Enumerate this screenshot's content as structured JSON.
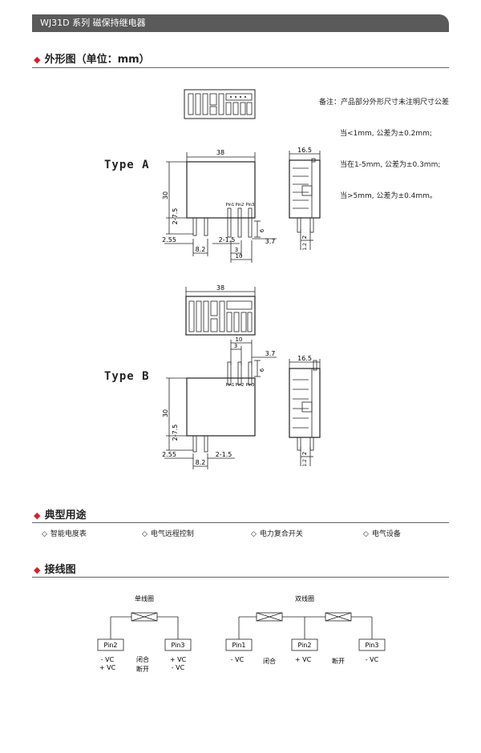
{
  "header": {
    "title": "WJ31D 系列  磁保持继电器"
  },
  "section_dimensions": {
    "title": "外形图（单位：mm）"
  },
  "note": {
    "label": "备注：",
    "line1": "产品部分外形尺寸未注明尺寸公差",
    "line2": "当<1mm, 公差为±0.2mm;",
    "line3": "当在1-5mm, 公差为±0.3mm;",
    "line4": "当>5mm, 公差为±0.4mm。"
  },
  "type_a": {
    "label": "Type A",
    "dim_width": "38",
    "dim_height": "30",
    "dim_pin_depth": "2-7.5",
    "dim_side_width": "16.5",
    "dim_2_55": "2.55",
    "dim_8_2": "8.2",
    "dim_2_1_5": "2-1.5",
    "dim_10": "10",
    "dim_3": "3",
    "dim_6": "6",
    "dim_3_7": "3.7",
    "dim_2": "2",
    "dim_1_2": "1.2",
    "pin1": "Pin1",
    "pin2": "Pin2",
    "pin3": "Pin3"
  },
  "type_b": {
    "label": "Type B",
    "dim_width": "38",
    "dim_height": "30",
    "dim_pin_depth": "2-7.5",
    "dim_side_width": "16.5",
    "dim_2_55": "2.55",
    "dim_8_2": "8.2",
    "dim_2_1_5": "2-1.5",
    "dim_10": "10",
    "dim_3": "3",
    "dim_6": "6",
    "dim_3_7": "3.7",
    "dim_2": "2",
    "dim_1_2": "1.2",
    "pin1": "Pin1",
    "pin2": "Pin2",
    "pin3": "Pin3"
  },
  "section_applications": {
    "title": "典型用途",
    "items": [
      "智能电度表",
      "电气远程控制",
      "电力复合开关",
      "电气设备"
    ]
  },
  "section_wiring": {
    "title": "接线图"
  },
  "single_coil": {
    "title": "单线圈",
    "pin_left": "Pin2",
    "pin_right": "Pin3",
    "left_line1": "- VC",
    "left_line2": "+ VC",
    "mid_line1": "闭合",
    "mid_line2": "断开",
    "right_line1": "+ VC",
    "right_line2": "- VC"
  },
  "double_coil": {
    "title": "双线圈",
    "pin1": "Pin1",
    "pin2": "Pin2",
    "pin3": "Pin3",
    "pin1_line": "- VC",
    "close_label": "闭合",
    "pin2_line": "+ VC",
    "open_label": "断开",
    "pin3_line": "- VC"
  }
}
